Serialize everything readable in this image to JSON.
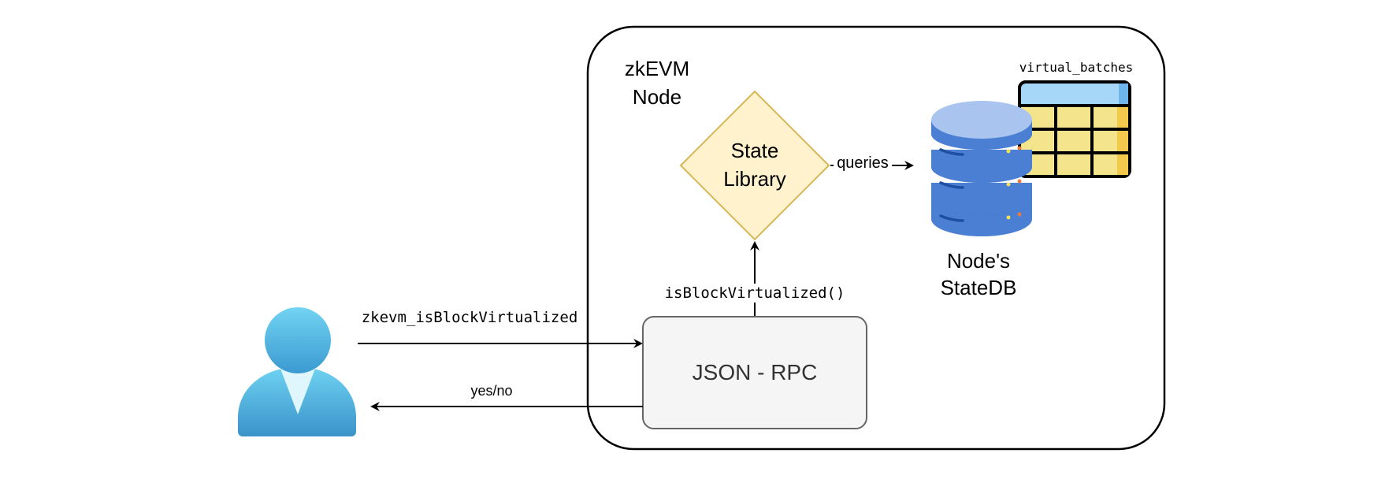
{
  "container": {
    "title_line1": "zkEVM",
    "title_line2": "Node"
  },
  "state_library": {
    "line1": "State",
    "line2": "Library"
  },
  "statedb": {
    "line1": "Node's",
    "line2": "StateDB",
    "table_label": "virtual_batches"
  },
  "json_rpc": {
    "label": "JSON - RPC"
  },
  "edges": {
    "request_label": "zkevm_isBlockVirtualized",
    "response_label": "yes/no",
    "call_label": "isBlockVirtualized()",
    "query_label": "queries"
  },
  "icons": {
    "user": "user-icon",
    "database": "database-icon",
    "table": "table-icon"
  },
  "colors": {
    "diamond_fill": "#fff2cc",
    "diamond_stroke": "#d6b656",
    "rpc_fill": "#f5f5f5",
    "rpc_stroke": "#666666",
    "db_blue": "#4a7fd4",
    "db_dark": "#2b66c6",
    "db_top": "#a9c4ee",
    "table_header": "#a6d7f8",
    "table_cells": "#f4e58c",
    "user_light": "#6fd2f2",
    "user_dark": "#3a9bd1"
  }
}
